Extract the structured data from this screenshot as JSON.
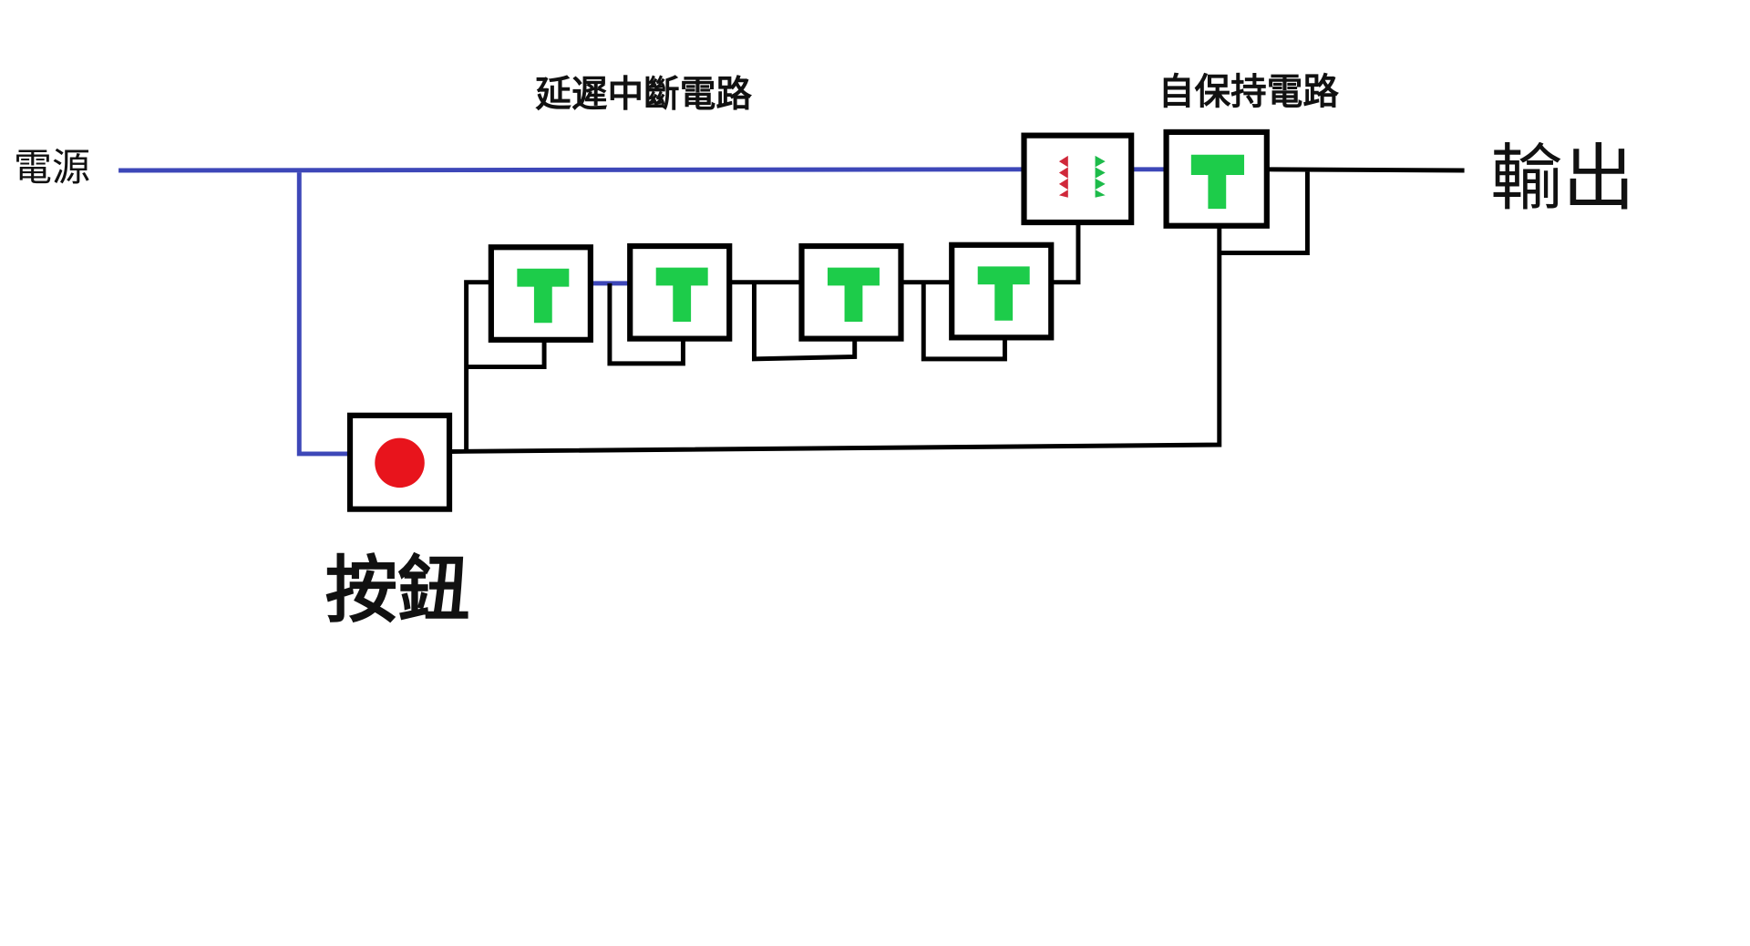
{
  "labels": {
    "power": "電源",
    "delay_circuit": "延遲中斷電路",
    "self_hold_circuit": "自保持電路",
    "output": "輸出",
    "button": "按鈕"
  },
  "components": {
    "timers": [
      "timer-1",
      "timer-2",
      "timer-3",
      "timer-4"
    ],
    "relay": "relay",
    "self_hold_timer": "timer-hold",
    "push_button": "push-button"
  },
  "colors": {
    "power_wire": "#3d47b8",
    "signal_wire": "#000000",
    "timer_symbol": "#1dcc4a",
    "button": "#e8141c",
    "relay_left": "#d0283a",
    "relay_right": "#1dbb4a"
  }
}
